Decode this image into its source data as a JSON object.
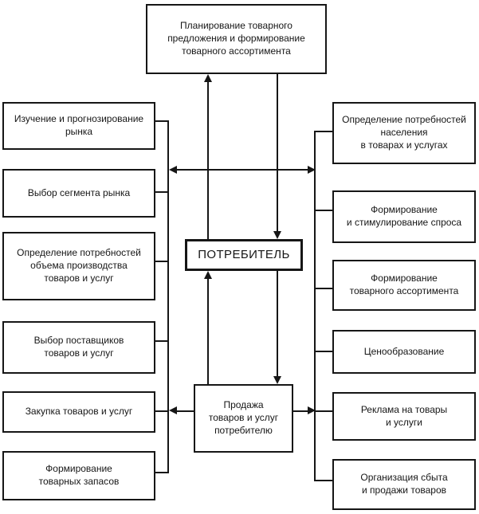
{
  "diagram": {
    "top_box": {
      "label": "Планирование товарного\nпредложения и формирование\nтоварного ассортимента"
    },
    "consumer_box": {
      "label": "ПОТРЕБИТЕЛЬ"
    },
    "sale_box": {
      "label": "Продажа\nтоваров и услуг\nпотребителю"
    },
    "left_column": [
      {
        "label": "Изучение и прогнозирование\nрынка"
      },
      {
        "label": "Выбор сегмента рынка"
      },
      {
        "label": "Определение потребностей\nобъема производства\nтоваров и услуг"
      },
      {
        "label": "Выбор поставщиков\nтоваров и услуг"
      },
      {
        "label": "Закупка товаров и услуг"
      },
      {
        "label": "Формирование\nтоварных запасов"
      }
    ],
    "right_column": [
      {
        "label": "Определение потребностей\nнаселения\nв товарах и услугах"
      },
      {
        "label": "Формирование\nи стимулирование спроса"
      },
      {
        "label": "Формирование\nтоварного ассортимента"
      },
      {
        "label": "Ценообразование"
      },
      {
        "label": "Реклама на товары\nи услуги"
      },
      {
        "label": "Организация сбыта\nи продажи товаров"
      }
    ],
    "relations": [
      {
        "from": "consumer",
        "to": "planning",
        "type": "arrow-up"
      },
      {
        "from": "planning",
        "to": "consumer",
        "type": "arrow-down"
      },
      {
        "from": "sale",
        "to": "consumer",
        "type": "arrow-up"
      },
      {
        "from": "consumer",
        "to": "sale",
        "type": "arrow-down"
      },
      {
        "from": "left-column",
        "to": "right-column",
        "type": "double-arrow"
      },
      {
        "from": "sale",
        "to": "left-column",
        "type": "arrow-left"
      },
      {
        "from": "sale",
        "to": "right-column",
        "type": "arrow-right"
      }
    ],
    "colors": {
      "line": "#161616",
      "box_bg": "#ffffff",
      "text": "#161616",
      "background": "#ffffff"
    }
  }
}
